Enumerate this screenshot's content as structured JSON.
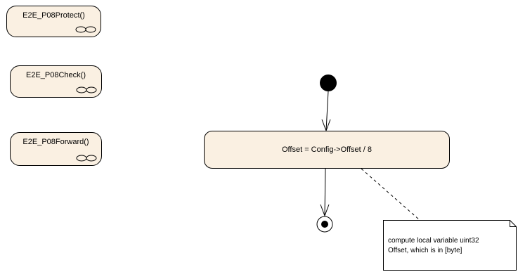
{
  "activities": [
    {
      "name": "E2E_P08Protect()"
    },
    {
      "name": "E2E_P08Check()"
    },
    {
      "name": "E2E_P08Forward()"
    }
  ],
  "action": {
    "label": "Offset = Config->Offset / 8"
  },
  "note": {
    "line1": "compute local variable uint32",
    "line2": "Offset, which is in [byte]"
  }
}
